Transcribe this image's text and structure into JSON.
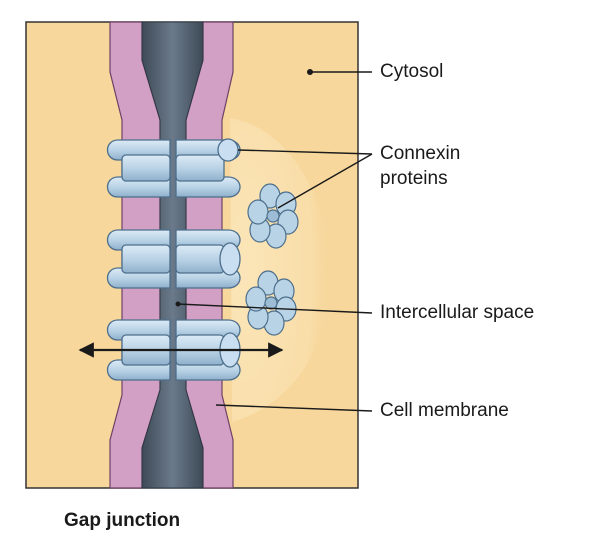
{
  "labels": {
    "cytosol": "Cytosol",
    "connexin_line1": "Connexin",
    "connexin_line2": "proteins",
    "intercellular_space": "Intercellular space",
    "cell_membrane": "Cell membrane"
  },
  "caption": "Gap junction",
  "colors": {
    "cytosol": "#f7d79b",
    "membrane": "#d2a0c4",
    "membrane_edge": "#7a4a70",
    "space": "#4f5e6e",
    "connexin": "#b9d3e6",
    "connexin_edge": "#4d6f8c",
    "outline": "#333333"
  }
}
